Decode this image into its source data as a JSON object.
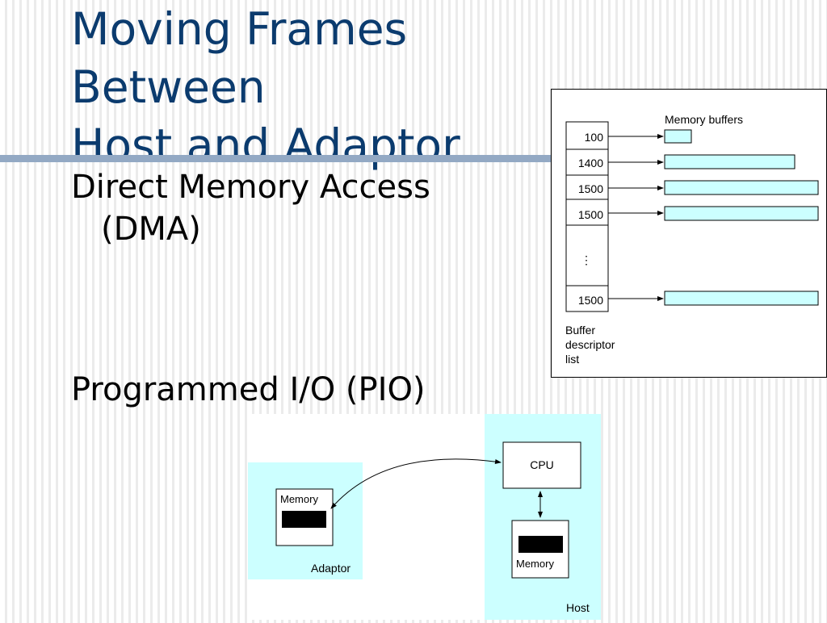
{
  "slide": {
    "title_line1": "Moving Frames Between",
    "title_line2": "Host and Adaptor",
    "bullets": [
      {
        "line1": "Direct Memory Access",
        "line2": "(DMA)"
      },
      {
        "line1": "Programmed I/O (PIO)"
      }
    ]
  },
  "dma_diagram": {
    "memory_buffers_label": "Memory buffers",
    "descriptors": [
      "100",
      "1400",
      "1500",
      "1500",
      "1500"
    ],
    "ellipsis": "⋮",
    "list_label": [
      "Buffer",
      "descriptor",
      "list"
    ],
    "buffer_relative_sizes": [
      100,
      1400,
      1500,
      1500,
      1500
    ]
  },
  "pio_diagram": {
    "adaptor_label": "Adaptor",
    "adaptor_memory_label": "Memory",
    "host_label": "Host",
    "cpu_label": "CPU",
    "host_memory_label": "Memory"
  },
  "colors": {
    "title": "#0b3b6e",
    "rule": "#93a9c4",
    "buffer_fill": "#ccffff",
    "region_fill": "#ccffff"
  }
}
